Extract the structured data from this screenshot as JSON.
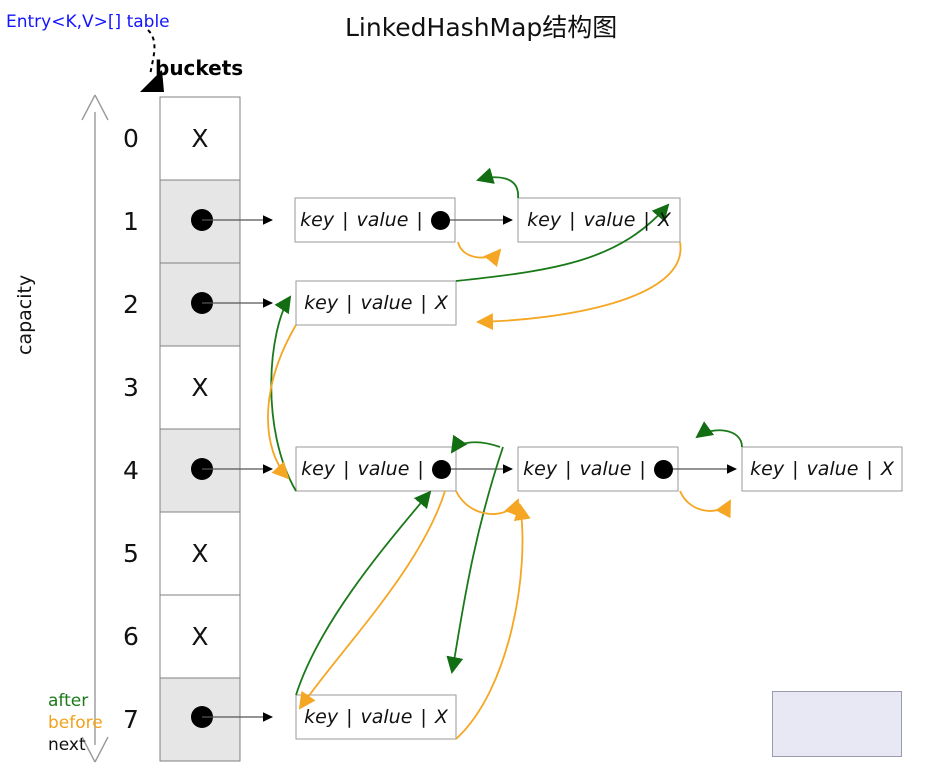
{
  "page": {
    "title": "LinkedHashMap结构图",
    "caption": "Entry<K,V>[] table",
    "buckets_label": "buckets",
    "capacity_label": "capacity"
  },
  "colors": {
    "after": "#1a7a1a",
    "before": "#f5a623",
    "next": "#000000",
    "caption": "#1414ff",
    "cell_filled": "#e6e6e6",
    "cell_empty": "#ffffff",
    "border": "#808080",
    "legend_bg": "#e8e8f4"
  },
  "table": {
    "indices": [
      "0",
      "1",
      "2",
      "3",
      "4",
      "5",
      "6",
      "7"
    ],
    "null_glyph": "X",
    "pointer_glyph": "●",
    "cells": [
      {
        "index": "0",
        "occupied": false,
        "content": "X"
      },
      {
        "index": "1",
        "occupied": true,
        "content": "●"
      },
      {
        "index": "2",
        "occupied": true,
        "content": "●"
      },
      {
        "index": "3",
        "occupied": false,
        "content": "X"
      },
      {
        "index": "4",
        "occupied": true,
        "content": "●"
      },
      {
        "index": "5",
        "occupied": false,
        "content": "X"
      },
      {
        "index": "6",
        "occupied": false,
        "content": "X"
      },
      {
        "index": "7",
        "occupied": true,
        "content": "●"
      }
    ]
  },
  "entries": {
    "key_label": "key",
    "value_label": "value",
    "separator": "|",
    "null_next": "X",
    "has_next": "●",
    "rows": [
      {
        "bucket": "1",
        "nodes": [
          {
            "key": "key",
            "value": "value",
            "next": "●"
          },
          {
            "key": "key",
            "value": "value",
            "next": "X"
          }
        ]
      },
      {
        "bucket": "2",
        "nodes": [
          {
            "key": "key",
            "value": "value",
            "next": "X"
          }
        ]
      },
      {
        "bucket": "4",
        "nodes": [
          {
            "key": "key",
            "value": "value",
            "next": "●"
          },
          {
            "key": "key",
            "value": "value",
            "next": "●"
          },
          {
            "key": "key",
            "value": "value",
            "next": "X"
          }
        ]
      },
      {
        "bucket": "7",
        "nodes": [
          {
            "key": "key",
            "value": "value",
            "next": "X"
          }
        ]
      }
    ]
  },
  "legend": {
    "items": [
      {
        "label": "after",
        "color": "#1a7a1a"
      },
      {
        "label": "before",
        "color": "#f5a623"
      },
      {
        "label": "next",
        "color": "#000000"
      }
    ]
  }
}
